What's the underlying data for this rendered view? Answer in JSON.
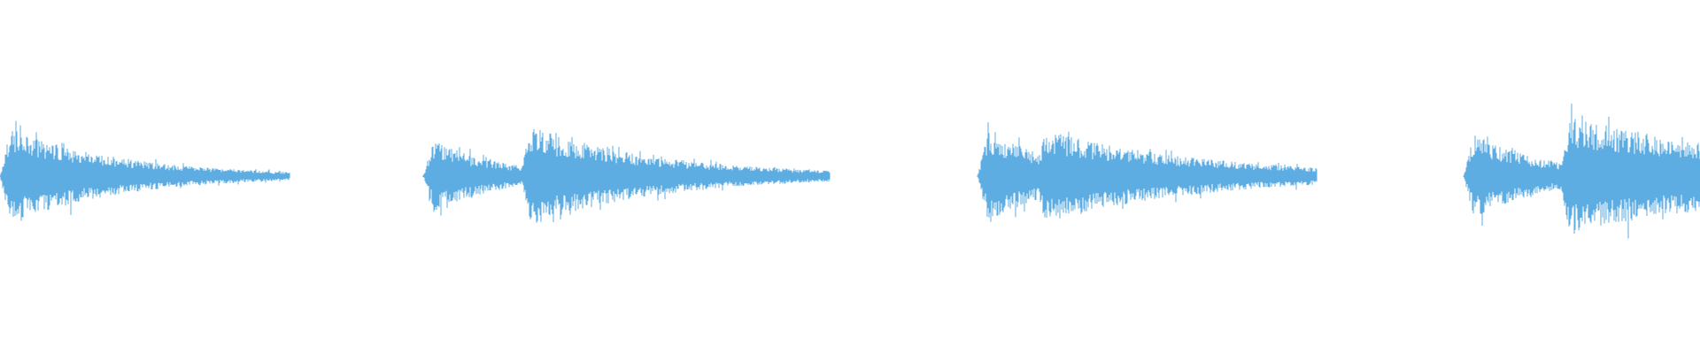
{
  "waveform": {
    "color": "#5dade2",
    "background": "#ffffff",
    "bursts": [
      {
        "start": 0.0,
        "end": 0.17,
        "segments": [
          {
            "onset": 0.0,
            "peak": 0.62,
            "decay": 4.2
          }
        ]
      },
      {
        "start": 0.249,
        "end": 0.488,
        "segments": [
          {
            "onset": 0.249,
            "peak": 0.5,
            "decay": 7.0
          },
          {
            "onset": 0.306,
            "peak": 0.64,
            "decay": 3.6
          }
        ]
      },
      {
        "start": 0.575,
        "end": 0.774,
        "segments": [
          {
            "onset": 0.575,
            "peak": 0.62,
            "decay": 6.0
          },
          {
            "onset": 0.609,
            "peak": 0.59,
            "decay": 3.0
          }
        ]
      },
      {
        "start": 0.861,
        "end": 1.0,
        "segments": [
          {
            "onset": 0.861,
            "peak": 0.58,
            "decay": 6.5
          },
          {
            "onset": 0.917,
            "peak": 0.74,
            "decay": 2.0
          }
        ]
      }
    ]
  }
}
